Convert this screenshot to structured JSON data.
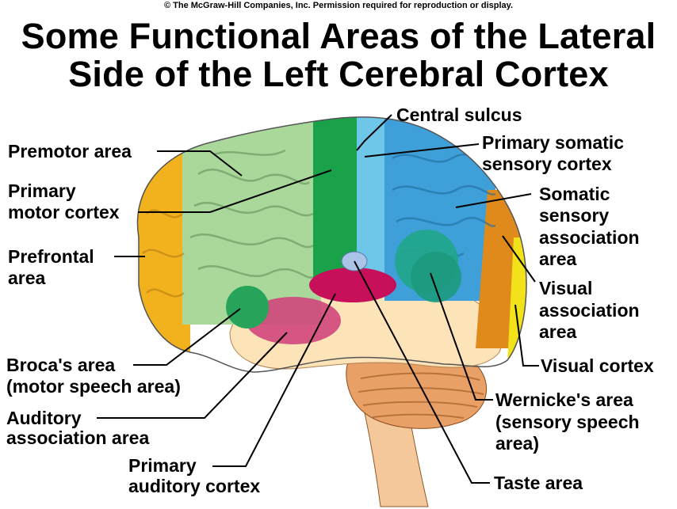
{
  "copyright": "© The McGraw-Hill Companies, Inc. Permission required for reproduction or display.",
  "title_line1": "Some Functional Areas of the Lateral",
  "title_line2": "Side of the Left Cerebral Cortex",
  "labels": {
    "premotor": "Premotor area",
    "primary_motor_1": "Primary",
    "primary_motor_2": "motor cortex",
    "prefrontal_1": "Prefrontal",
    "prefrontal_2": "area",
    "broca_1": "Broca's area",
    "broca_2": "(motor speech area)",
    "auditory_assoc_1": "Auditory",
    "auditory_assoc_2": "association area",
    "primary_auditory_1": "Primary",
    "primary_auditory_2": "auditory cortex",
    "central_sulcus": "Central sulcus",
    "primary_somatic_1": "Primary somatic",
    "primary_somatic_2": "sensory cortex",
    "somatic_assoc_1": "Somatic",
    "somatic_assoc_2": "sensory",
    "somatic_assoc_3": "association",
    "somatic_assoc_4": "area",
    "visual_assoc_1": "Visual",
    "visual_assoc_2": "association",
    "visual_assoc_3": "area",
    "visual_cortex": "Visual cortex",
    "wernicke_1": "Wernicke's area",
    "wernicke_2": "(sensory speech",
    "wernicke_3": "area)",
    "taste": "Taste area"
  },
  "colors": {
    "prefrontal": "#f2b21e",
    "premotor": "#a9d89a",
    "motor": "#1aa24a",
    "somatic": "#6ec6e8",
    "somatic_assoc": "#3f9fd8",
    "visual_assoc": "#e08a1c",
    "visual": "#f2e21a",
    "broca": "#27a35a",
    "auditory_assoc": "#d2467d",
    "primary_auditory": "#c8105a",
    "wernicke": "#20a68a",
    "taste": "#a9c4e8",
    "temporal": "#fde3b8",
    "cerebellum": "#e8a066"
  }
}
